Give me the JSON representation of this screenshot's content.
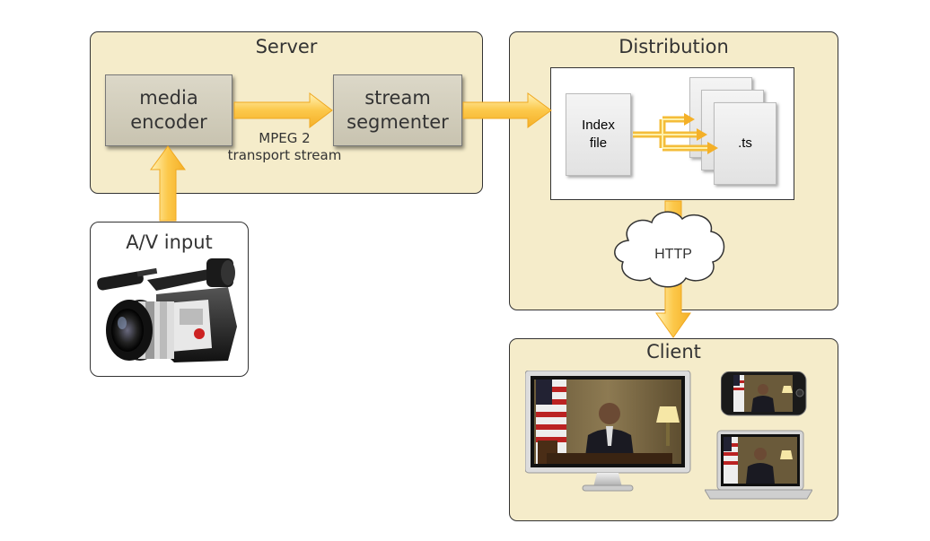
{
  "server": {
    "title": "Server",
    "encoder_label": "media\nencoder",
    "segmenter_label": "stream\nsegmenter",
    "stream_label": "MPEG 2\ntransport stream"
  },
  "input": {
    "title": "A/V input",
    "image": "video-camera"
  },
  "distribution": {
    "title": "Distribution",
    "index_label": "Index\nfile",
    "ts_label": ".ts",
    "protocol_label": "HTTP"
  },
  "client": {
    "title": "Client",
    "devices": [
      "desktop-monitor",
      "phone",
      "laptop"
    ]
  },
  "colors": {
    "panel_fill": "#f5ecca",
    "arrow_fill": "#fcc84a",
    "arrow_light": "#fff3b8",
    "box_fill": "#d3cfbd"
  }
}
